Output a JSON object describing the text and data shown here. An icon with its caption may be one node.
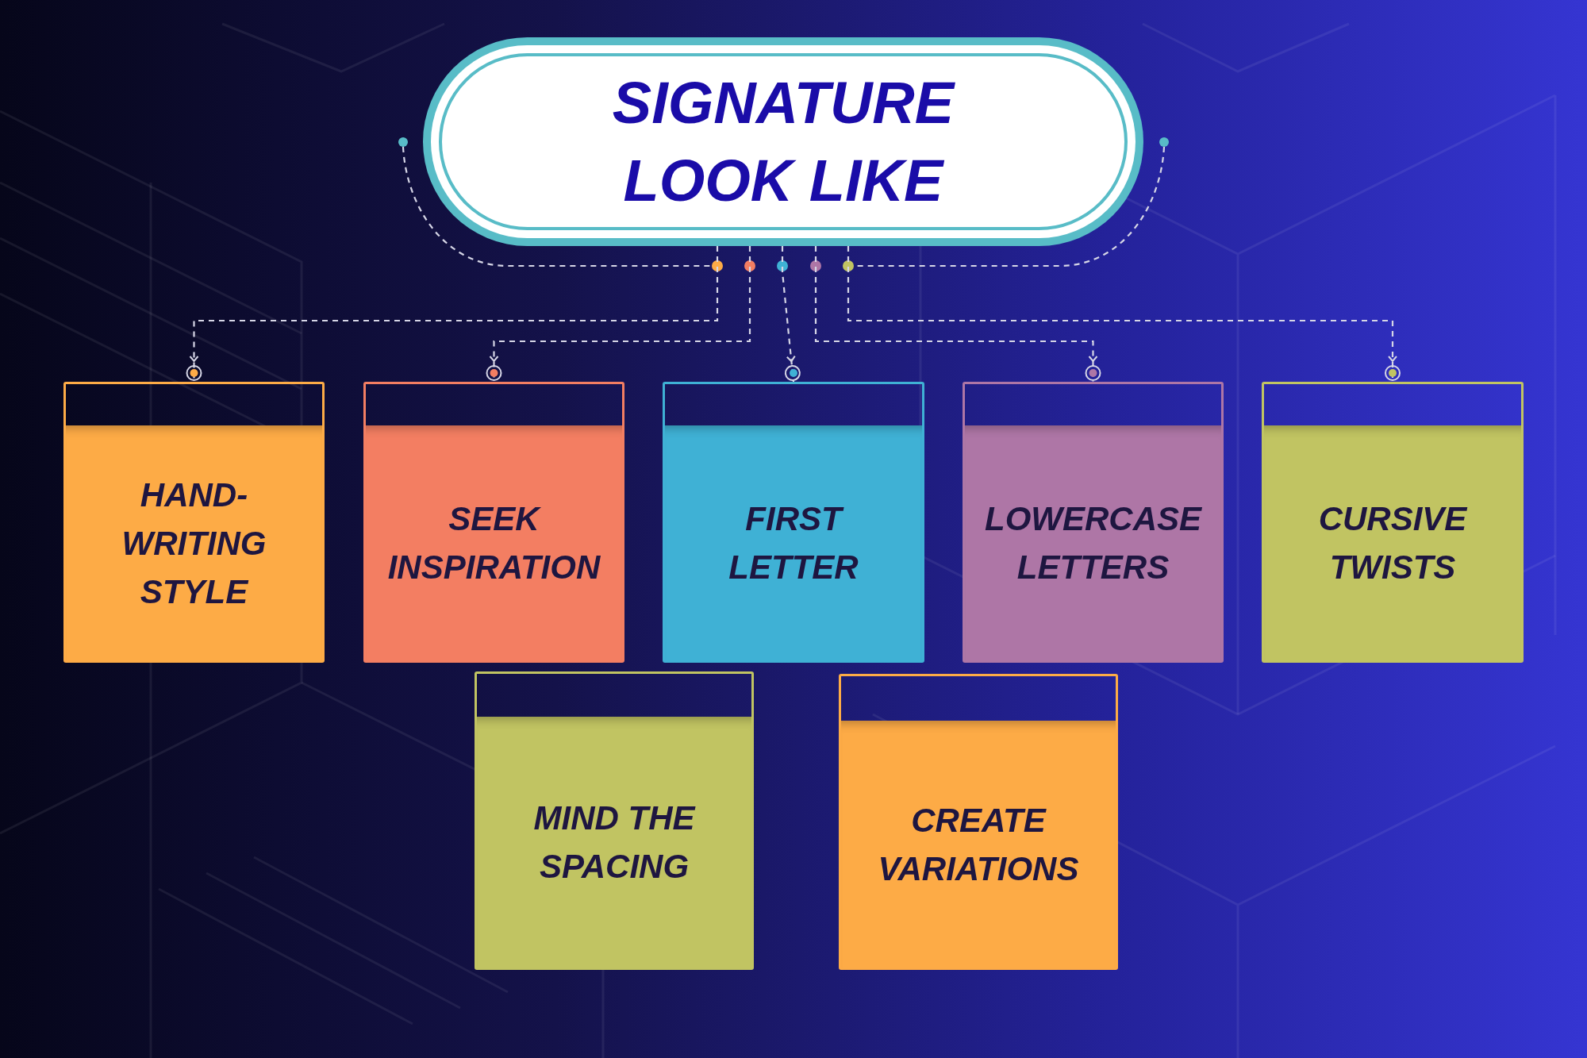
{
  "diagram": {
    "nodes": [
      {
        "text": [
          "SIGNATURE LOOK LIKE"
        ]
      },
      {
        "text": [
          "HAND-WRITING STYLE"
        ]
      },
      {
        "text": [
          "SEEK INSPIRATION"
        ]
      },
      {
        "text": [
          "FIRST LETTER"
        ]
      },
      {
        "text": [
          "LOWERCASE LETTERS"
        ]
      },
      {
        "text": [
          "CURSIVE TWISTS"
        ]
      },
      {
        "text": [
          "MIND THE SPACING"
        ]
      },
      {
        "text": [
          "CREATE VARIATIONS"
        ]
      }
    ],
    "edges": [
      {
        "from": 0,
        "to": 1,
        "arrow": "to",
        "style": "dashed"
      },
      {
        "from": 0,
        "to": 2,
        "arrow": "to",
        "style": "dashed"
      },
      {
        "from": 0,
        "to": 3,
        "arrow": "to",
        "style": "dashed"
      },
      {
        "from": 0,
        "to": 4,
        "arrow": "to",
        "style": "dashed"
      },
      {
        "from": 0,
        "to": 5,
        "arrow": "to",
        "style": "dashed"
      }
    ]
  }
}
